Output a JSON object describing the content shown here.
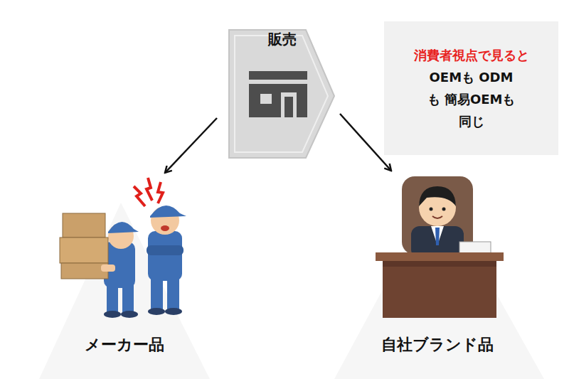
{
  "diagram": {
    "nodes": [
      {
        "text": [
          "販売"
        ]
      },
      {
        "text": [
          "消費者視点で見ると",
          "OEMも ODMも 簡易OEMも 同じ"
        ]
      },
      {
        "text": [
          "メーカー品"
        ]
      },
      {
        "text": [
          "自社ブランド品"
        ]
      }
    ],
    "edges": [
      {
        "from": 0,
        "to": 2,
        "arrow": "to"
      },
      {
        "from": 0,
        "to": 3,
        "arrow": "to"
      }
    ]
  }
}
